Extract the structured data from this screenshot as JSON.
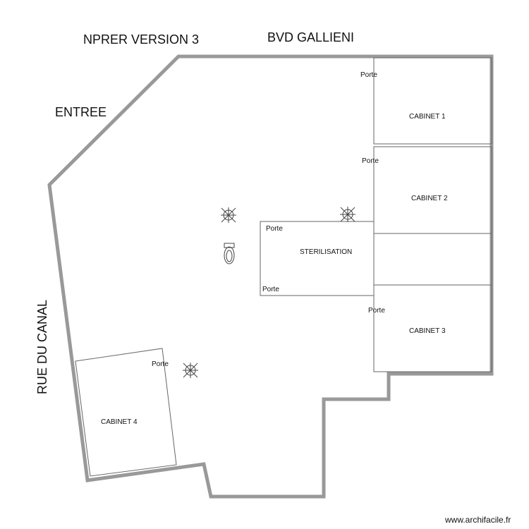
{
  "plan": {
    "title": "NPRER VERSION 3",
    "streets": {
      "north": "BVD GALLIENI",
      "west": "RUE DU CANAL"
    },
    "entrance": "ENTREE",
    "rooms": {
      "cabinet_1": "CABINET 1",
      "cabinet_2": "CABINET 2",
      "cabinet_3": "CABINET 3",
      "cabinet_4": "CABINET 4",
      "sterilisation": "STERILISATION"
    },
    "door_label": "Porte",
    "fixtures": [
      "ceiling-light-icon",
      "ceiling-light-icon",
      "ceiling-light-icon",
      "toilet-icon"
    ],
    "credit": "www.archifacile.fr"
  }
}
